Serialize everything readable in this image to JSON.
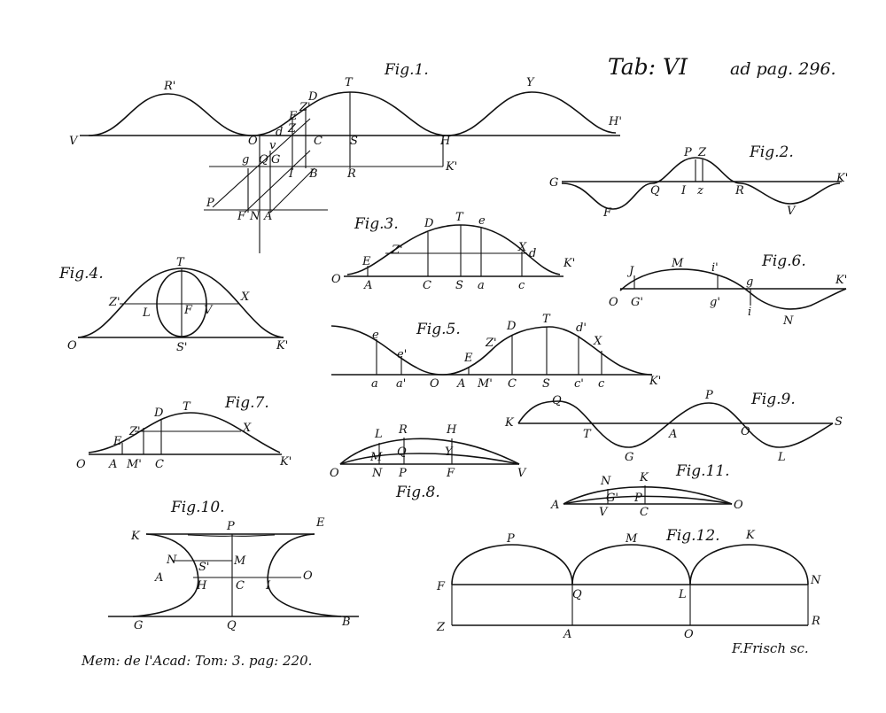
{
  "header": {
    "tab": "Tab: VI",
    "ref": "ad pag. 296."
  },
  "figures": {
    "f1": {
      "title": "Fig.1.",
      "labels": [
        "R'",
        "T",
        "Y",
        "D",
        "E",
        "Z'",
        "Z",
        "d",
        "v",
        "V",
        "O",
        "C",
        "S",
        "H",
        "H'",
        "g",
        "Q",
        "G",
        "I",
        "B",
        "R",
        "K'",
        "P",
        "F",
        "N",
        "A"
      ]
    },
    "f2": {
      "title": "Fig.2.",
      "labels": [
        "G",
        "P",
        "Z",
        "Q",
        "I",
        "z",
        "R",
        "K'",
        "F",
        "V"
      ]
    },
    "f3": {
      "title": "Fig.3.",
      "labels": [
        "D",
        "T",
        "e",
        "Z'",
        "X",
        "d",
        "E",
        "K'",
        "O",
        "A",
        "C",
        "S",
        "a",
        "c"
      ]
    },
    "f4": {
      "title": "Fig.4.",
      "labels": [
        "T",
        "Z'",
        "X",
        "L",
        "F",
        "V",
        "O",
        "S'",
        "K'"
      ]
    },
    "f5": {
      "title": "Fig.5.",
      "labels": [
        "e",
        "e'",
        "E",
        "Z'",
        "D",
        "T",
        "d'",
        "X",
        "a",
        "a'",
        "O",
        "A",
        "M'",
        "C",
        "S",
        "c'",
        "c",
        "K'"
      ]
    },
    "f6": {
      "title": "Fig.6.",
      "labels": [
        "J",
        "M",
        "i'",
        "g",
        "K'",
        "O",
        "G'",
        "g'",
        "i",
        "N"
      ]
    },
    "f7": {
      "title": "Fig.7.",
      "labels": [
        "D",
        "T",
        "Z'",
        "X",
        "E",
        "O",
        "A",
        "M'",
        "C",
        "K'"
      ]
    },
    "f8": {
      "title": "Fig.8.",
      "labels": [
        "L",
        "R",
        "H",
        "M",
        "Q",
        "Y",
        "O",
        "N",
        "P",
        "F",
        "V"
      ]
    },
    "f9": {
      "title": "Fig.9.",
      "labels": [
        "K",
        "Q",
        "P",
        "S",
        "T",
        "A",
        "O",
        "G",
        "L"
      ]
    },
    "f10": {
      "title": "Fig.10.",
      "labels": [
        "K",
        "P",
        "E",
        "N",
        "S'",
        "M",
        "A",
        "O",
        "H",
        "C",
        "I",
        "G",
        "Q",
        "B"
      ]
    },
    "f11": {
      "title": "Fig.11.",
      "labels": [
        "N",
        "K",
        "A",
        "G'",
        "P",
        "V",
        "C",
        "O"
      ]
    },
    "f12": {
      "title": "Fig.12.",
      "labels": [
        "P",
        "M",
        "K",
        "F",
        "N",
        "Q",
        "L",
        "Z",
        "A",
        "O",
        "R"
      ]
    }
  },
  "footer": {
    "citation": "Mem: de l'Acad: Tom: 3. pag: 220.",
    "engraver": "F.Frisch sc."
  }
}
